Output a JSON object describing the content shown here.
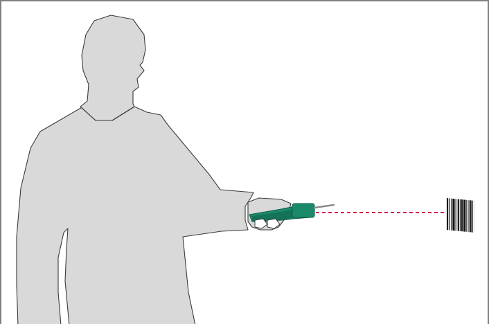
{
  "scene": {
    "subject": "person-silhouette",
    "device": "handheld-barcode-scanner",
    "target": "barcode-label",
    "beam_style": "dashed"
  },
  "colors": {
    "background": "#ffffff",
    "frame_border": "#7f7f7f",
    "silhouette_fill": "#d9d9d9",
    "silhouette_stroke": "#3a3a3a",
    "scanner_body": "#1a8a6a",
    "scanner_dark": "#0f5f48",
    "scanner_tip": "#8a8a8a",
    "laser_beam": "#d11a4a",
    "barcode_bars": "#111111",
    "barcode_bg": "#f2f2f2"
  },
  "icons": [
    "person-silhouette",
    "barcode-scanner-icon",
    "barcode-icon"
  ]
}
